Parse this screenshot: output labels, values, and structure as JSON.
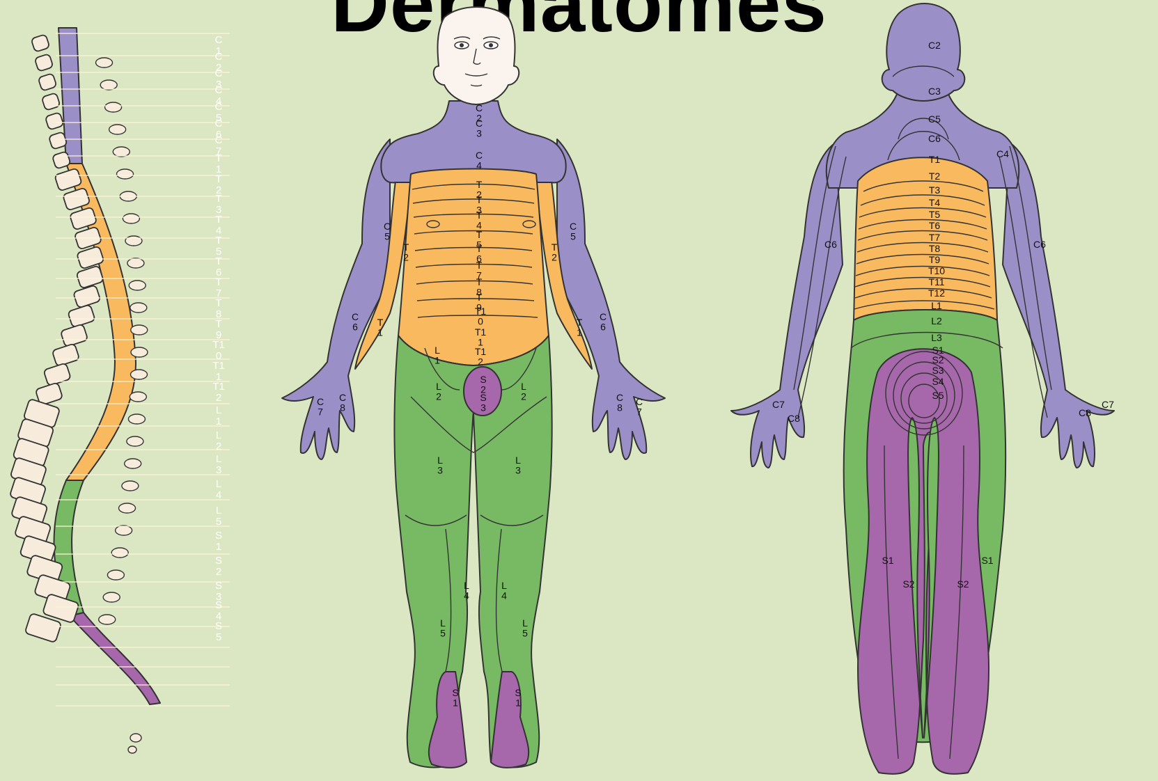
{
  "title": "Dermatomes",
  "colors": {
    "background": "#dbe6c3",
    "cervical": "#9b8fc7",
    "thoracic": "#f9b95f",
    "lumbar": "#78b963",
    "sacral": "#a667ab",
    "skin": "#fbf3ee",
    "outline": "#333333",
    "bone": "#f7ecdc"
  },
  "spine_labels": [
    "C1",
    "C2",
    "C3",
    "C4",
    "C5",
    "C6",
    "C7",
    "T1",
    "T2",
    "T3",
    "T4",
    "T5",
    "T6",
    "T7",
    "T8",
    "T9",
    "T10",
    "T11",
    "T12",
    "L1",
    "L2",
    "L3",
    "L4",
    "L5",
    "S1",
    "S2",
    "S3",
    "S4",
    "S5"
  ],
  "spine_label_ys": [
    62,
    88,
    112,
    135,
    160,
    184,
    208,
    234,
    262,
    290,
    318,
    346,
    374,
    401,
    429,
    458,
    486,
    516,
    548,
    580,
    612,
    640,
    672,
    708,
    745,
    784,
    812,
    846,
    874,
    904,
    934,
    950,
    970,
    1000
  ],
  "spine_label_texts": [
    "C\n1",
    "C\n2",
    "C\n3",
    "C\n4",
    "C\n5",
    "C\n6",
    "C\n7",
    "T\n1",
    "T\n2",
    "T\n3",
    "T\n4",
    "T\n5",
    "T\n6",
    "T\n7",
    "T\n8",
    "T\n9",
    "T1\n0",
    "T1\n1",
    "T1\n2",
    "L\n1",
    "L\n2",
    "L\n3",
    "L\n4",
    "L\n5",
    "S\n1",
    "S\n2",
    "S\n3",
    "S\n4",
    "S\n5"
  ],
  "front_labels": [
    {
      "t": "C\n2"
    },
    {
      "t": "C\n3"
    },
    {
      "t": "C\n4"
    },
    {
      "t": "T\n2"
    },
    {
      "t": "T\n3"
    },
    {
      "t": "T\n4"
    },
    {
      "t": "T\n5"
    },
    {
      "t": "T\n6"
    },
    {
      "t": "T\n7"
    },
    {
      "t": "T\n8"
    },
    {
      "t": "T\n9"
    },
    {
      "t": "T1\n0"
    },
    {
      "t": "T1\n1"
    },
    {
      "t": "T1\n2"
    },
    {
      "t": "C\n5"
    },
    {
      "t": "C\n5"
    },
    {
      "t": "T\n2"
    },
    {
      "t": "T\n2"
    },
    {
      "t": "C\n6"
    },
    {
      "t": "C\n6"
    },
    {
      "t": "T\n1"
    },
    {
      "t": "T\n1"
    },
    {
      "t": "C\n7"
    },
    {
      "t": "C\n8"
    },
    {
      "t": "C\n8"
    },
    {
      "t": "C\n7"
    },
    {
      "t": "L\n1"
    },
    {
      "t": "L\n2"
    },
    {
      "t": "L\n2"
    },
    {
      "t": "S\n2"
    },
    {
      "t": "S\n3"
    },
    {
      "t": "L\n3"
    },
    {
      "t": "L\n3"
    },
    {
      "t": "L\n4"
    },
    {
      "t": "L\n4"
    },
    {
      "t": "L\n5"
    },
    {
      "t": "L\n5"
    },
    {
      "t": "S\n1"
    },
    {
      "t": "S\n1"
    }
  ],
  "back_labels": [
    "C2",
    "C3",
    "C5",
    "C6",
    "C4",
    "T1",
    "T2",
    "T3",
    "T4",
    "T5",
    "T6",
    "T7",
    "T8",
    "T9",
    "T10",
    "T11",
    "T12",
    "L1",
    "L2",
    "L3",
    "S1",
    "S2",
    "S3",
    "S4",
    "S5",
    "C6",
    "C6",
    "C7",
    "C8",
    "C8",
    "C7",
    "S1",
    "S1",
    "S2",
    "S2"
  ]
}
